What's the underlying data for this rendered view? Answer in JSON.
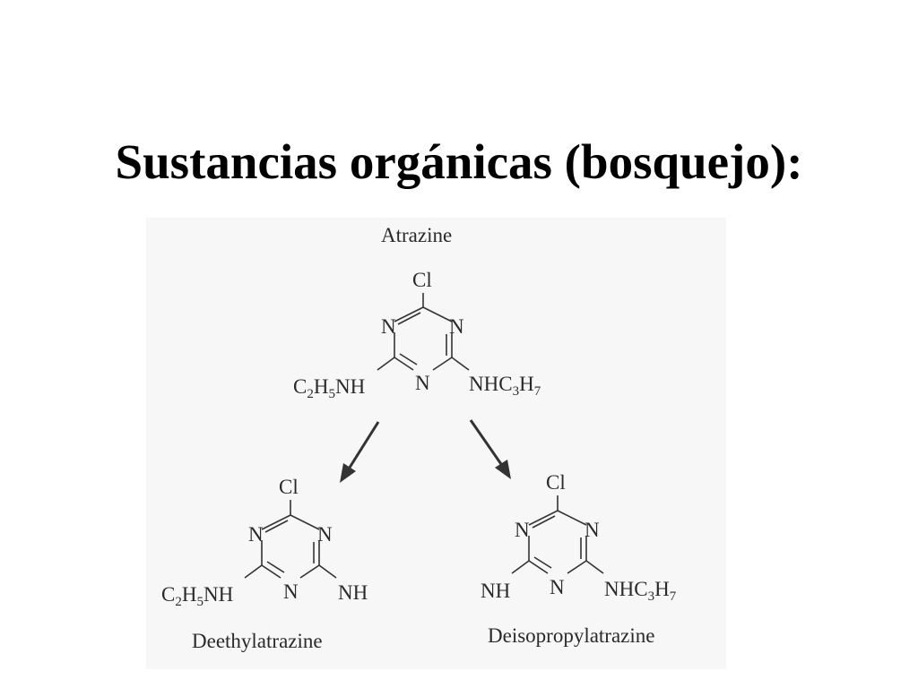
{
  "slide": {
    "title": "Sustancias orgánicas (bosquejo):"
  },
  "figure": {
    "parent": {
      "name": "Atrazine",
      "top_substituent": "Cl",
      "ring_nitrogen": "N",
      "left_substituent": {
        "pre": "C",
        "s1": "2",
        "mid": "H",
        "s2": "5",
        "post": "NH"
      },
      "right_substituent": {
        "pre": "NHC",
        "s1": "3",
        "mid": "H",
        "s2": "7"
      }
    },
    "product_left": {
      "name": "Deethylatrazine",
      "top_substituent": "Cl",
      "ring_nitrogen": "N",
      "left_substituent": {
        "pre": "C",
        "s1": "2",
        "mid": "H",
        "s2": "5",
        "post": "NH"
      },
      "right_substituent": "NH"
    },
    "product_right": {
      "name": "Deisopropylatrazine",
      "top_substituent": "Cl",
      "ring_nitrogen": "N",
      "left_substituent": "NH",
      "right_substituent": {
        "pre": "NHC",
        "s1": "3",
        "mid": "H",
        "s2": "7"
      }
    },
    "arrow_icons": [
      "arrow-down-left-icon",
      "arrow-down-right-icon"
    ]
  }
}
